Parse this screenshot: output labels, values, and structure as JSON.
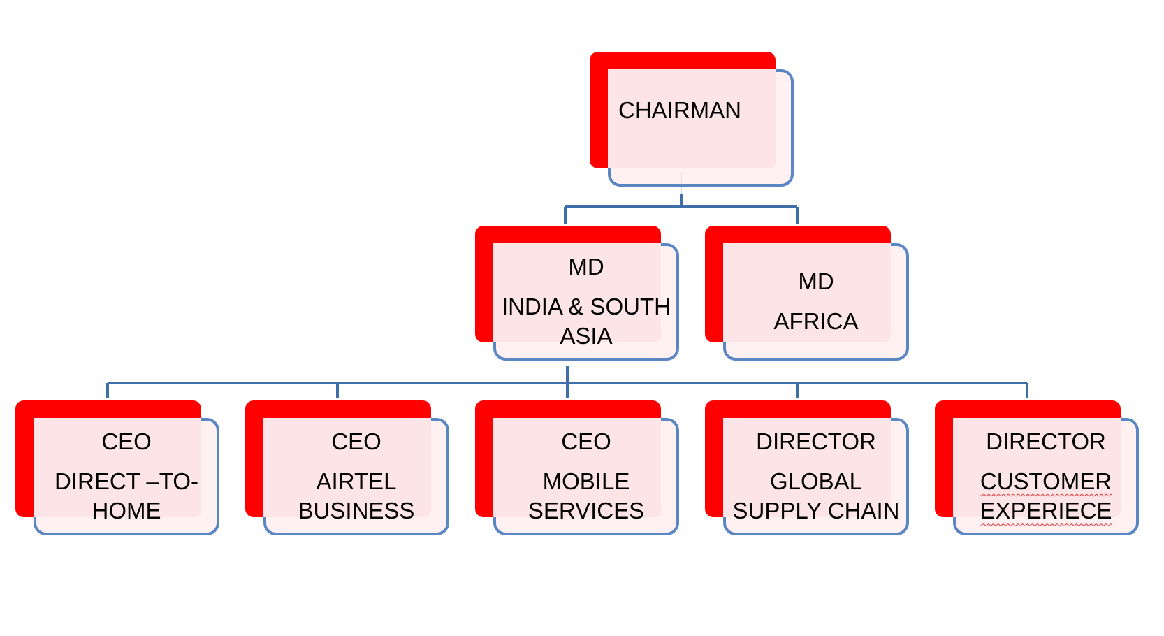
{
  "chart": {
    "nodes": {
      "chairman": {
        "title": "CHAIRMAN"
      },
      "md_india": {
        "title": "MD",
        "unit": "INDIA & SOUTH ASIA"
      },
      "md_africa": {
        "title": "MD",
        "unit": "AFRICA"
      },
      "ceo_dth": {
        "title": "CEO",
        "unit": "DIRECT –TO-HOME"
      },
      "ceo_business": {
        "title": "CEO",
        "unit": "AIRTEL BUSINESS"
      },
      "ceo_mobile": {
        "title": "CEO",
        "unit": "MOBILE SERVICES"
      },
      "director_supply": {
        "title": "DIRECTOR",
        "unit": "GLOBAL SUPPLY CHAIN"
      },
      "director_customer": {
        "title": "DIRECTOR",
        "unit": "CUSTOMER EXPERIECE"
      }
    },
    "colors": {
      "shadow": "#ff0000",
      "card_fill": "#fde4e6",
      "card_border": "#5a87c3",
      "connector": "#3f6fa8",
      "text": "#000000"
    }
  }
}
